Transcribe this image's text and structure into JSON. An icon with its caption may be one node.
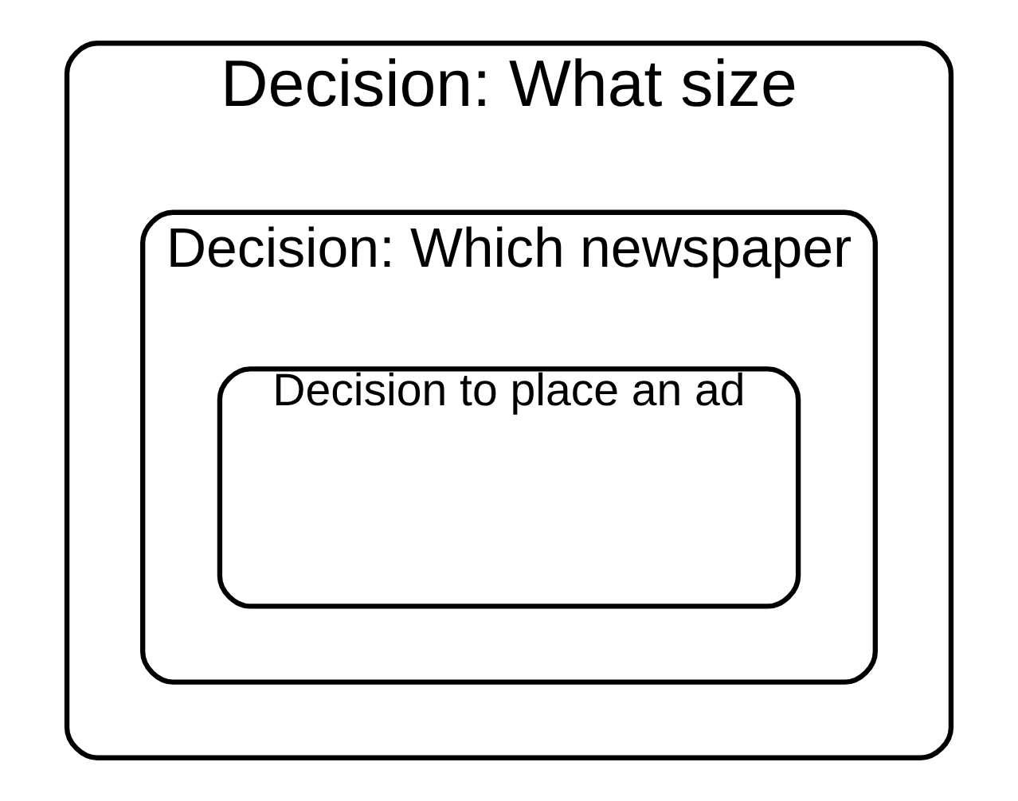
{
  "diagram": {
    "nodes": [
      {
        "text": [
          "Decision: What size"
        ]
      },
      {
        "text": [
          "Decision: Which newspaper"
        ],
        "in": 0
      },
      {
        "text": [
          "Decision to place an ad"
        ],
        "in": 1
      }
    ]
  }
}
